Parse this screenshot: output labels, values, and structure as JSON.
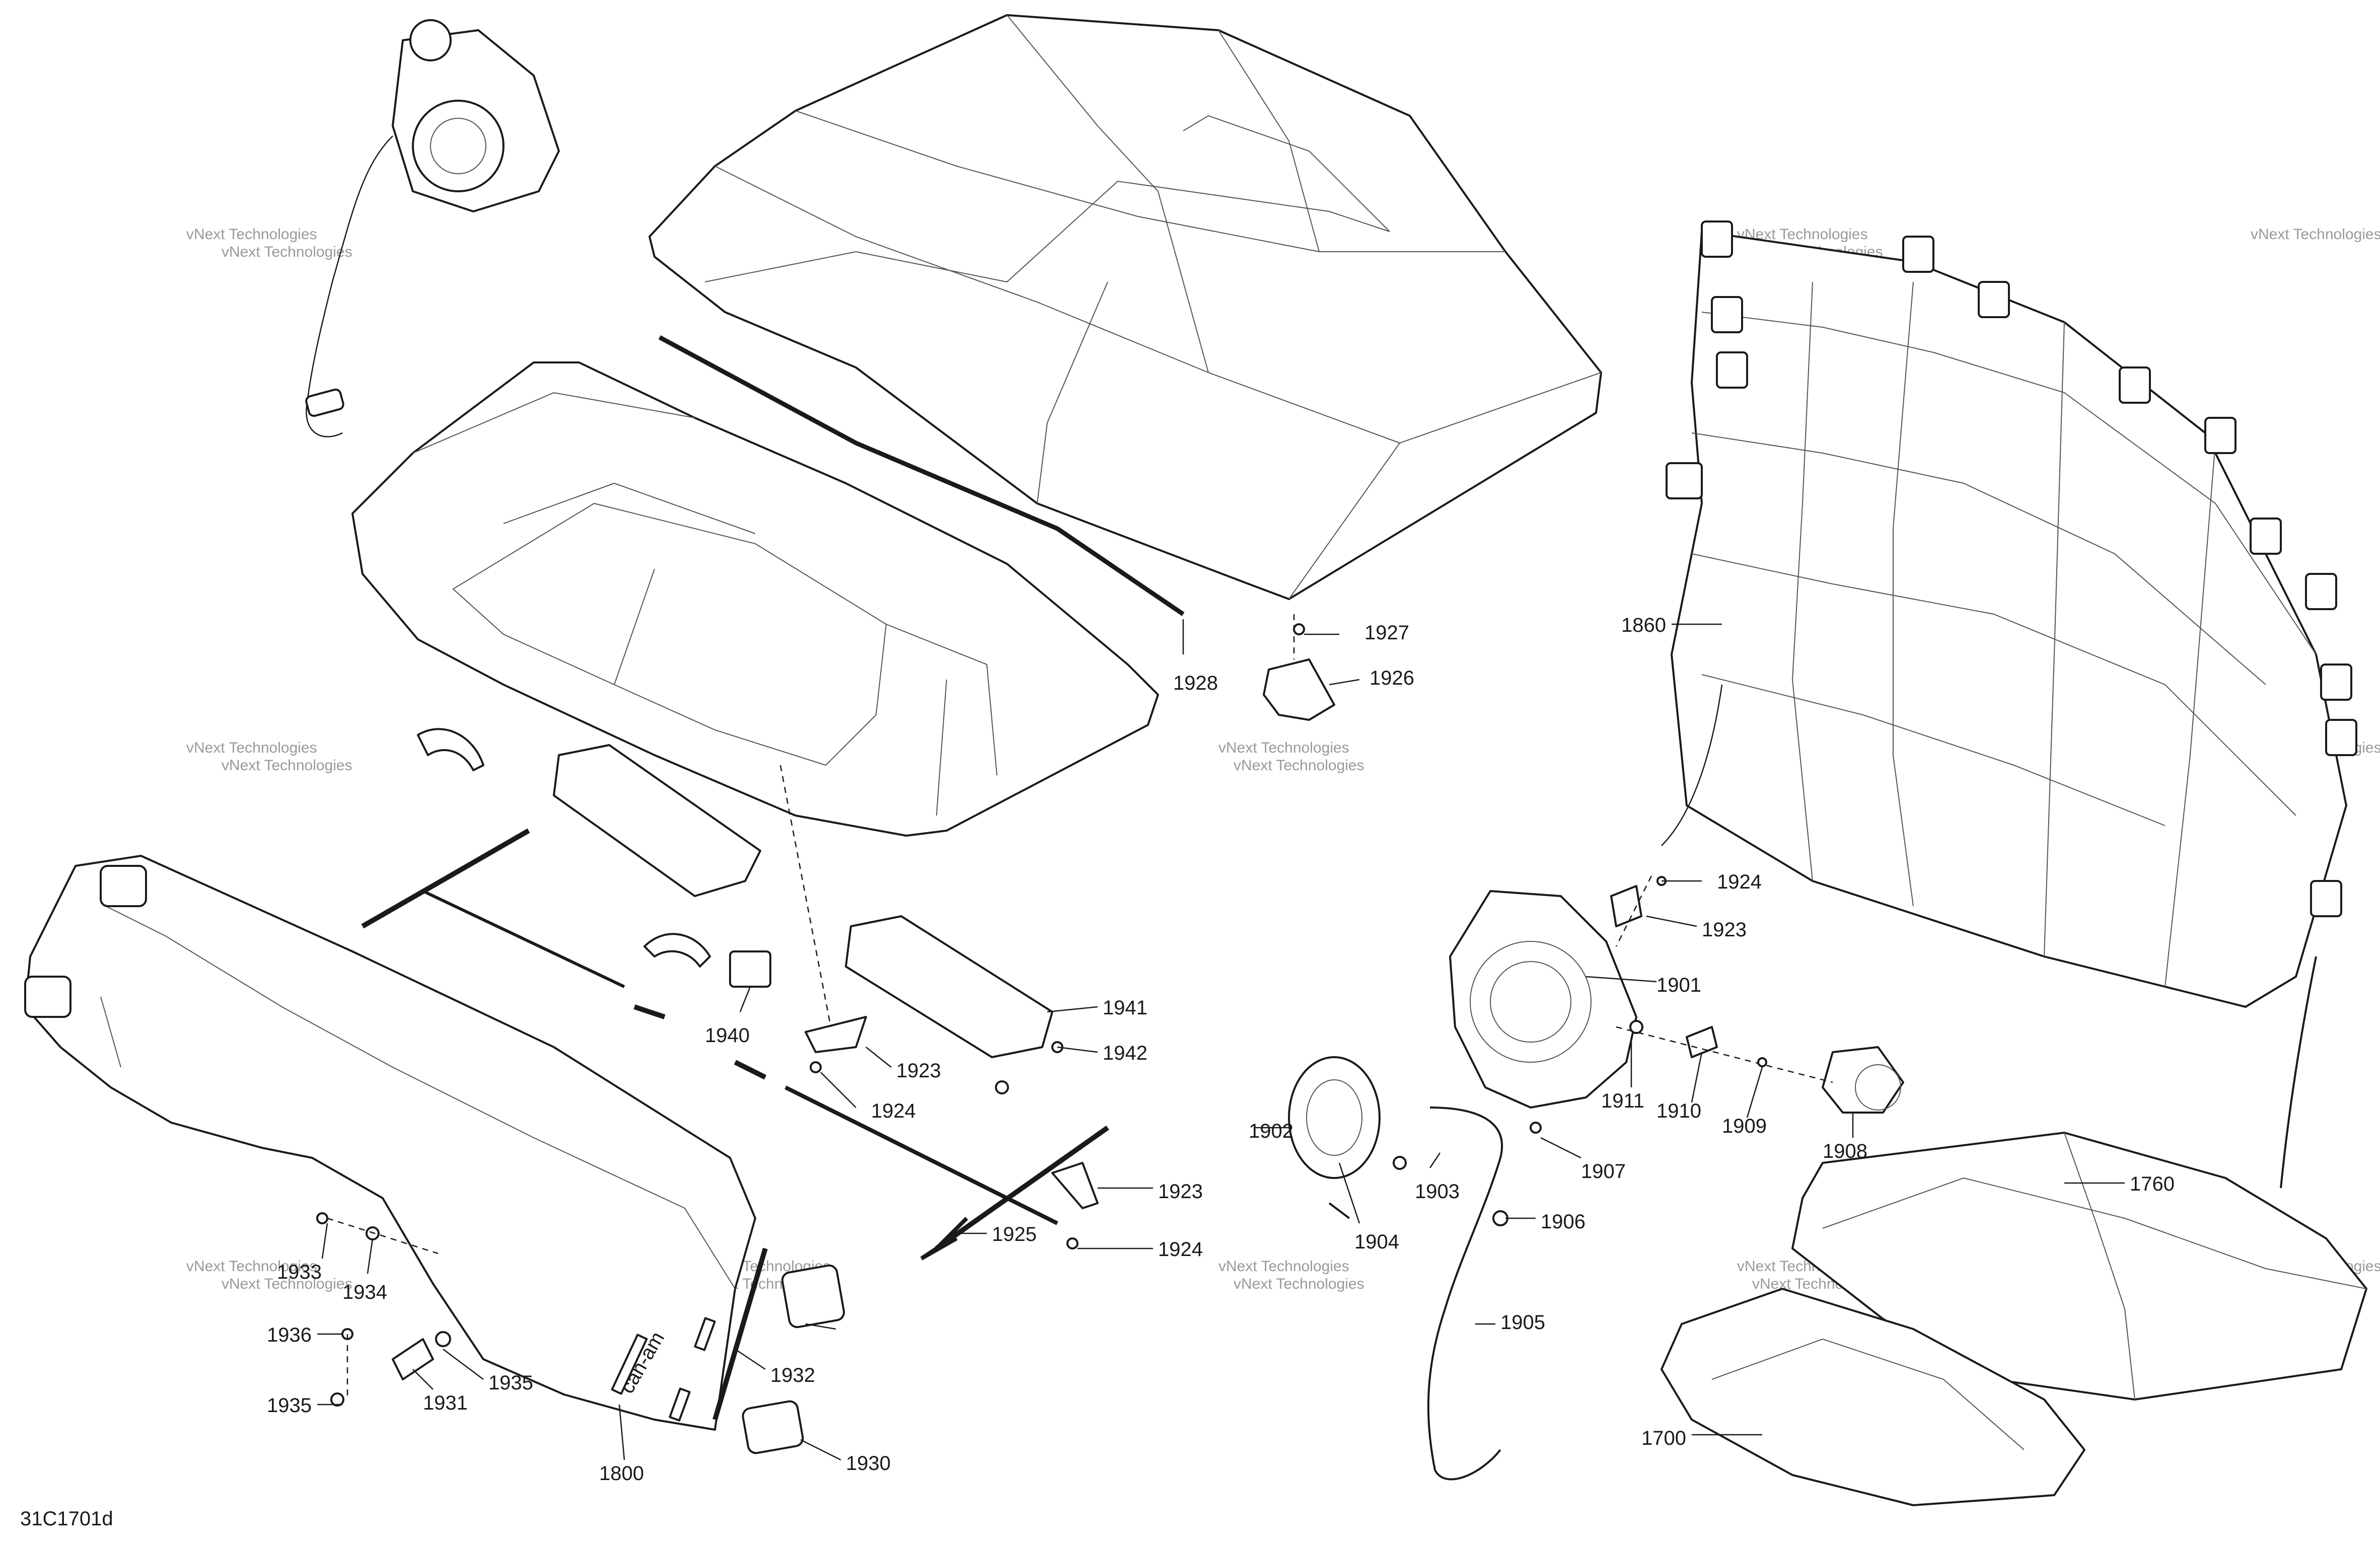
{
  "diagram_code": "31C1701d",
  "watermark": {
    "small": "vNext Technologies",
    "big": "vNext\nTechnologies"
  },
  "callouts": {
    "p1700": "1700",
    "p1760": "1760",
    "p1800": "1800",
    "p1860": "1860",
    "p1901": "1901",
    "p1902": "1902",
    "p1903": "1903",
    "p1904": "1904",
    "p1905": "1905",
    "p1906": "1906",
    "p1907": "1907",
    "p1908": "1908",
    "p1909": "1909",
    "p1910": "1910",
    "p1911": "1911",
    "p1923": "1923",
    "p1924": "1924",
    "p1925": "1925",
    "p1926": "1926",
    "p1927": "1927",
    "p1928": "1928",
    "p1930": "1930",
    "p1931": "1931",
    "p1932": "1932",
    "p1933": "1933",
    "p1934": "1934",
    "p1935": "1935",
    "p1936": "1936",
    "p1940": "1940",
    "p1941": "1941",
    "p1942": "1942"
  },
  "brand_mark": "can-am"
}
